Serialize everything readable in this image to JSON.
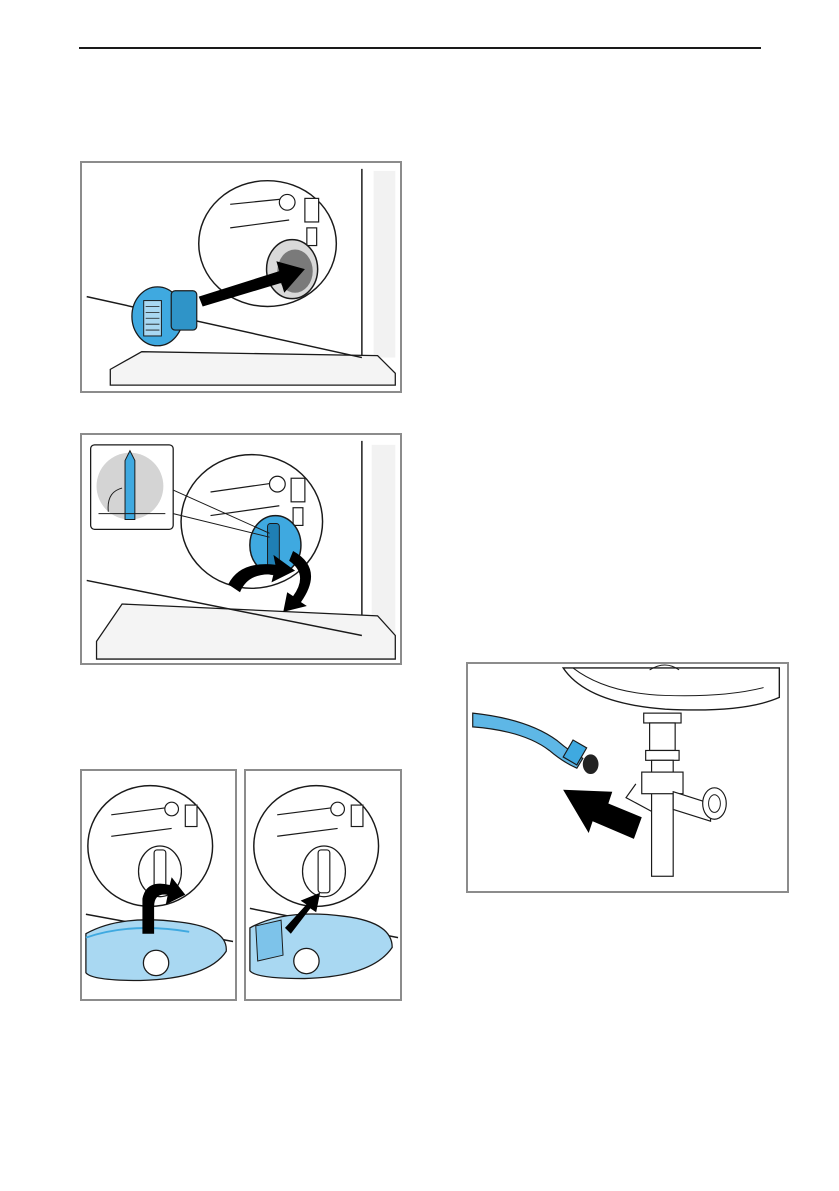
{
  "page": {
    "colors": {
      "rule": "#1a1a1a",
      "frame": "#8c8c8c",
      "line": "#1a1a1a",
      "accent_blue": "#3fa9e0",
      "accent_blue_light": "#a9d8f2",
      "disc_grey": "#c9c9c9",
      "arrow": "#000000"
    }
  },
  "figures": [
    {
      "id": "fig1",
      "name": "pump-filter-insert-illustration",
      "icons": [
        "pump-filter-icon",
        "push-arrow-icon"
      ]
    },
    {
      "id": "fig2",
      "name": "pump-filter-tighten-illustration",
      "icons": [
        "filter-detail-inset",
        "rotate-arrow-icon"
      ]
    },
    {
      "id": "fig3",
      "name": "service-flap-fit-step-1",
      "icons": [
        "hinge-arrow-icon",
        "step-badge"
      ],
      "badge": ""
    },
    {
      "id": "fig4",
      "name": "service-flap-fit-step-2",
      "icons": [
        "push-arrow-icon",
        "step-badge"
      ],
      "badge": ""
    },
    {
      "id": "fig5",
      "name": "drain-hose-connect-illustration",
      "icons": [
        "drain-hose-icon",
        "siphon-icon",
        "push-arrow-icon"
      ]
    }
  ]
}
